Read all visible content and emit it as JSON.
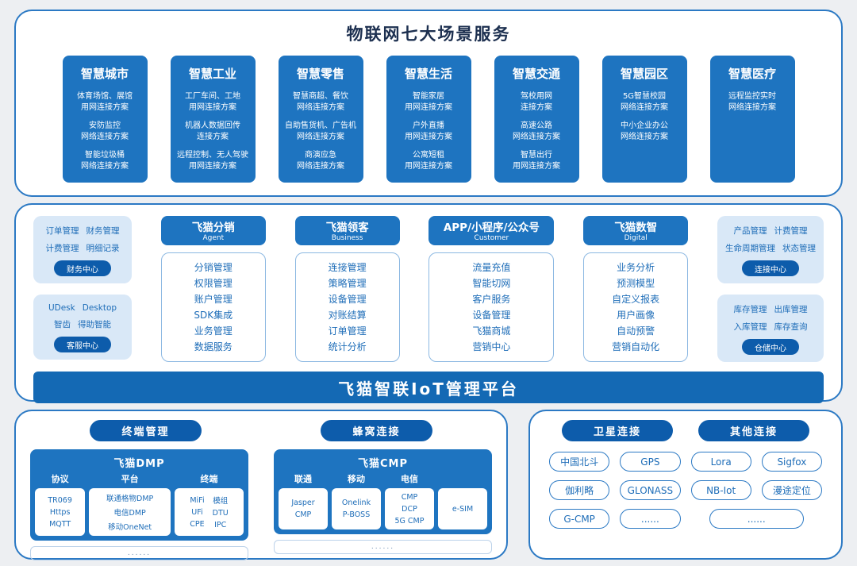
{
  "colors": {
    "accent_blue": "#1e74c0",
    "dark_pill_blue": "#0d5cab",
    "platform_bar_blue": "#1469b4",
    "light_card_blue": "#d9e8f7",
    "border_blue": "#2b79c4",
    "text_blue": "#1e6db8",
    "title_navy": "#1d3050",
    "page_background": "#edeff2"
  },
  "top": {
    "title": "物联网七大场景服务",
    "cards": [
      {
        "title": "智慧城市",
        "items": [
          "体育场馆、展馆\n用网连接方案",
          "安防监控\n网络连接方案",
          "智能垃圾桶\n网络连接方案"
        ]
      },
      {
        "title": "智慧工业",
        "items": [
          "工厂车间、工地\n用网连接方案",
          "机器人数据回传\n连接方案",
          "远程控制、无人驾驶\n用网连接方案"
        ]
      },
      {
        "title": "智慧零售",
        "items": [
          "智慧商超、餐饮\n网络连接方案",
          "自助售货机、广告机\n网络连接方案",
          "商演应急\n网络连接方案"
        ]
      },
      {
        "title": "智慧生活",
        "items": [
          "智能家居\n用网连接方案",
          "户外直播\n用网连接方案",
          "公寓短租\n用网连接方案"
        ]
      },
      {
        "title": "智慧交通",
        "items": [
          "驾校用网\n连接方案",
          "高速公路\n网络连接方案",
          "智慧出行\n用网连接方案"
        ]
      },
      {
        "title": "智慧园区",
        "items": [
          "5G智慧校园\n网络连接方案",
          "中小企业办公\n网络连接方案"
        ]
      },
      {
        "title": "智慧医疗",
        "items": [
          "远程监控实时\n网络连接方案"
        ]
      }
    ]
  },
  "middle": {
    "left_cards": [
      {
        "rows": [
          [
            "订单管理",
            "财务管理"
          ],
          [
            "计费管理",
            "明细记录"
          ]
        ],
        "badge": "财务中心"
      },
      {
        "rows": [
          [
            "UDesk",
            "Desktop"
          ],
          [
            "智齿",
            "得助智能"
          ]
        ],
        "badge": "客服中心"
      }
    ],
    "columns": [
      {
        "title": "飞猫分销",
        "subtitle": "Agent",
        "items": [
          "分销管理",
          "权限管理",
          "账户管理",
          "SDK集成",
          "业务管理",
          "数据服务"
        ]
      },
      {
        "title": "飞猫领客",
        "subtitle": "Business",
        "items": [
          "连接管理",
          "策略管理",
          "设备管理",
          "对账结算",
          "订单管理",
          "统计分析"
        ]
      },
      {
        "title": "APP/小程序/公众号",
        "subtitle": "Customer",
        "items": [
          "流量充值",
          "智能切网",
          "客户服务",
          "设备管理",
          "飞猫商城",
          "营销中心"
        ]
      },
      {
        "title": "飞猫数智",
        "subtitle": "Digital",
        "items": [
          "业务分析",
          "预测模型",
          "自定义报表",
          "用户画像",
          "自动预警",
          "营销自动化"
        ]
      }
    ],
    "right_cards": [
      {
        "rows": [
          [
            "产品管理",
            "计费管理"
          ],
          [
            "生命周期管理",
            "状态管理"
          ]
        ],
        "badge": "连接中心"
      },
      {
        "rows": [
          [
            "库存管理",
            "出库管理"
          ],
          [
            "入库管理",
            "库存查询"
          ]
        ],
        "badge": "仓储中心"
      }
    ],
    "platform": "飞猫智联IoT管理平台"
  },
  "bottom_left": {
    "pills": [
      "终端管理",
      "蜂窝连接"
    ],
    "dmp": {
      "title": "飞猫DMP",
      "columns": [
        {
          "header": "协议",
          "items": [
            "TR069",
            "Https",
            "MQTT"
          ]
        },
        {
          "header": "平台",
          "items": [
            "联通格物DMP",
            "电信DMP",
            "移动OneNet"
          ]
        },
        {
          "header": "终端",
          "items_left": [
            "MiFi",
            "UFi",
            "CPE"
          ],
          "items_right": [
            "模组",
            "DTU",
            "IPC"
          ]
        }
      ],
      "more": "......"
    },
    "cmp": {
      "title": "飞猫CMP",
      "columns": [
        {
          "header": "联通",
          "items": [
            "Jasper",
            "CMP"
          ]
        },
        {
          "header": "移动",
          "items": [
            "Onelink",
            "P-BOSS"
          ]
        },
        {
          "header": "电信",
          "items": [
            "CMP",
            "DCP",
            "5G CMP"
          ]
        },
        {
          "header": "",
          "items": [
            "e-SIM"
          ]
        }
      ],
      "more": "......"
    }
  },
  "bottom_right": {
    "pills": [
      "卫星连接",
      "其他连接"
    ],
    "buttons": [
      "中国北斗",
      "GPS",
      "Lora",
      "Sigfox",
      "伽利略",
      "GLONASS",
      "NB-Iot",
      "漫途定位",
      "G-CMP",
      "......",
      "......"
    ]
  }
}
